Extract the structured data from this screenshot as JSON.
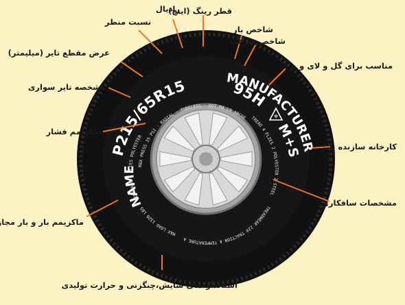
{
  "labels": {
    "rim_diameter": "قطر رینگ (اینچ)",
    "radial": "رادیال",
    "aspect_ratio": "نسبت منظر",
    "load_index": "شاخص بار",
    "speed_index": "شاخص سرعت",
    "section_width": "عرض مقطع تایر (میلیمتر)",
    "mud_snow": "مناسب برای گل و لای و برف",
    "passenger_tire": "مشخصه تایر سواری",
    "max_pressure": "ماکزیمم فشار",
    "manufacturer": "کارخانه سازنده تایر",
    "max_load": "ماکزیمم بار و بار مجاز",
    "build_specs": "مشخصات سافکاری",
    "standards": "استانداردهای سایش،چنگزنی و حرارت تولیدی"
  },
  "tire": {
    "size_code": "P215/65R15",
    "service_desc": "95H",
    "mud_snow_mark": "M+S",
    "brand_name": "NAME",
    "manufacturer": "MANUFACTURER",
    "small_top": "MAX PRESS 35 PSI · RADIAL · TUBELESS · DOT MA L9 ABCDE",
    "small_right": "TREAD 4 PLIES 2 POLYESTER 2 STEEL",
    "small_bottom": "TREADWEAR 220 TRACTION A TEMPERATURE A",
    "small_left": "MAX LOAD 1320 LBS · SIDEWALL 2 PLIES POLYESTER"
  }
}
